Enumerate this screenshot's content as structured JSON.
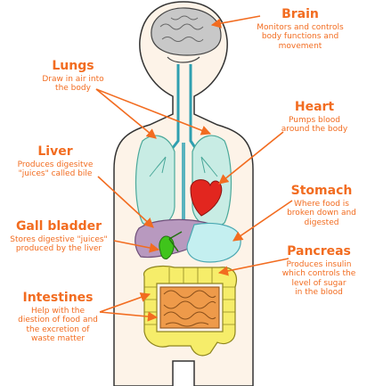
{
  "colors": {
    "label": "#f26c20",
    "arrow": "#f26c20",
    "outline": "#333333",
    "body": "#fdf3e8",
    "brain": "#c8c8c8",
    "lungs": "#c8ece4",
    "heart": "#e2261f",
    "liver": "#b899bf",
    "gall_bladder": "#3fc41b",
    "stomach": "#c4eff0",
    "pancreas": "#f6c800",
    "intestines_large": "#f6ed6a",
    "intestines_small": "#ee9a4a"
  },
  "labels": {
    "brain": {
      "title": "Brain",
      "lines": [
        "Monitors and controls",
        "body functions and",
        "movement"
      ]
    },
    "lungs": {
      "title": "Lungs",
      "lines": [
        "Draw in air into",
        "the body"
      ]
    },
    "heart": {
      "title": "Heart",
      "lines": [
        "Pumps blood",
        "around the body"
      ]
    },
    "liver": {
      "title": "Liver",
      "lines": [
        "Produces digesitve",
        "\"juices\" called bile"
      ]
    },
    "stomach": {
      "title": "Stomach",
      "lines": [
        "Where food is",
        "broken down and",
        "digested"
      ]
    },
    "gall_bladder": {
      "title": "Gall bladder",
      "lines": [
        "Stores digestive \"juices\"",
        "produced by the liver"
      ]
    },
    "pancreas": {
      "title": "Pancreas",
      "lines": [
        "Produces insulin",
        "which controls the",
        "level of sugar",
        "in the blood"
      ]
    },
    "intestines": {
      "title": "Intestines",
      "lines": [
        "Help with the",
        "diestion of food and",
        "the excretion of",
        "waste matter"
      ]
    }
  }
}
